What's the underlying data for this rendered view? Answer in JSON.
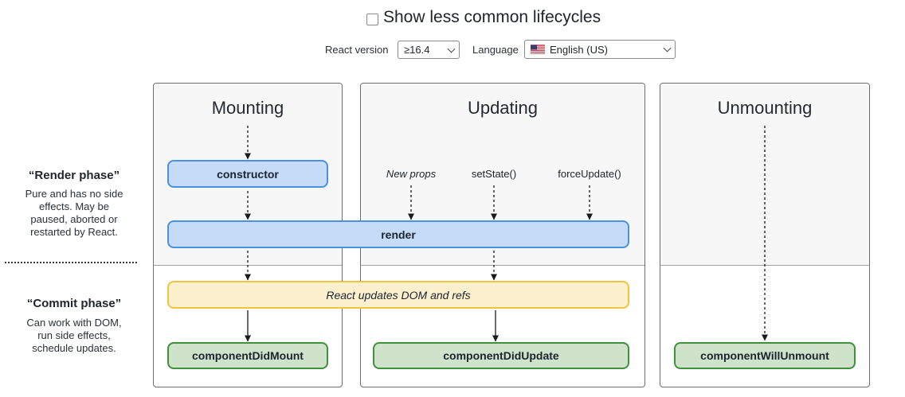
{
  "header": {
    "show_less_label": "Show less common lifecycles",
    "react_version": {
      "label": "React version",
      "value": "≥16.4"
    },
    "language": {
      "label": "Language",
      "value": "English (US)",
      "flag_icon": "us-flag"
    }
  },
  "phases": {
    "render": {
      "title": "“Render phase”",
      "lines": [
        "Pure and has no side",
        "effects. May be",
        "paused, aborted or",
        "restarted by React."
      ]
    },
    "commit": {
      "title": "“Commit phase”",
      "lines": [
        "Can work with DOM,",
        "run side effects,",
        "schedule updates."
      ]
    }
  },
  "columns": [
    {
      "title": "Mounting"
    },
    {
      "title": "Updating"
    },
    {
      "title": "Unmounting"
    }
  ],
  "triggers": [
    "New props",
    "setState()",
    "forceUpdate()"
  ],
  "methods": {
    "constructor": "constructor",
    "render": "render",
    "react_updates": "React updates DOM and refs",
    "componentDidMount": "componentDidMount",
    "componentDidUpdate": "componentDidUpdate",
    "componentWillUnmount": "componentWillUnmount"
  },
  "colors": {
    "blue_fill": "#c5dbf8",
    "blue_border": "#4b91e2",
    "yellow_fill": "#fdf0cc",
    "yellow_border": "#f1c440",
    "green_fill": "#cee3ca",
    "green_border": "#40903c",
    "phase_top_bg": "#f7f7f7",
    "column_border": "#6e6e6e"
  }
}
